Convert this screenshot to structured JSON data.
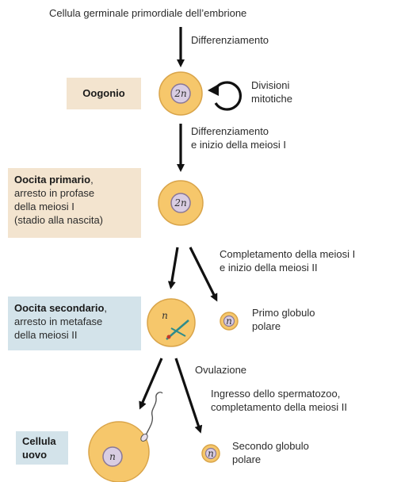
{
  "title": "Cellula germinale primordiale dell’embrione",
  "step1": "Differenziamento",
  "oogonio": {
    "label": "Oogonio",
    "ploidy": "2n"
  },
  "divisioni": [
    "Divisioni",
    "mitotiche"
  ],
  "step2": [
    "Differenziamento",
    "e inizio della meiosi I"
  ],
  "oocita_primario": {
    "title": "Oocita primario",
    "lines": [
      ",",
      "arresto in profase",
      "della meiosi I",
      "(stadio alla nascita)"
    ],
    "ploidy": "2n"
  },
  "step3": [
    "Completamento della meiosi I",
    "e inizio della meiosi II"
  ],
  "oocita_secondario": {
    "title": "Oocita secondario",
    "lines": [
      ",",
      "arresto in metafase",
      "della meiosi II"
    ],
    "ploidy": "n"
  },
  "primo_globulo": {
    "lines": [
      "Primo globulo",
      "polare"
    ],
    "ploidy": "n"
  },
  "ovulazione": "Ovulazione",
  "step4": [
    "Ingresso dello spermatozoo,",
    "completamento della meiosi II"
  ],
  "cellula_uovo": {
    "lines": [
      "Cellula",
      "uovo"
    ],
    "ploidy": "n"
  },
  "secondo_globulo": {
    "lines": [
      "Secondo globulo",
      "polare"
    ],
    "ploidy": "n"
  },
  "colors": {
    "cell_fill": "#f6c76b",
    "cell_stroke": "#d9a449",
    "nucleus_fill": "#d9cde2",
    "nucleus_stroke": "#8a7898",
    "tan_box": "#f3e4cf",
    "blue_box": "#d3e3ea"
  }
}
